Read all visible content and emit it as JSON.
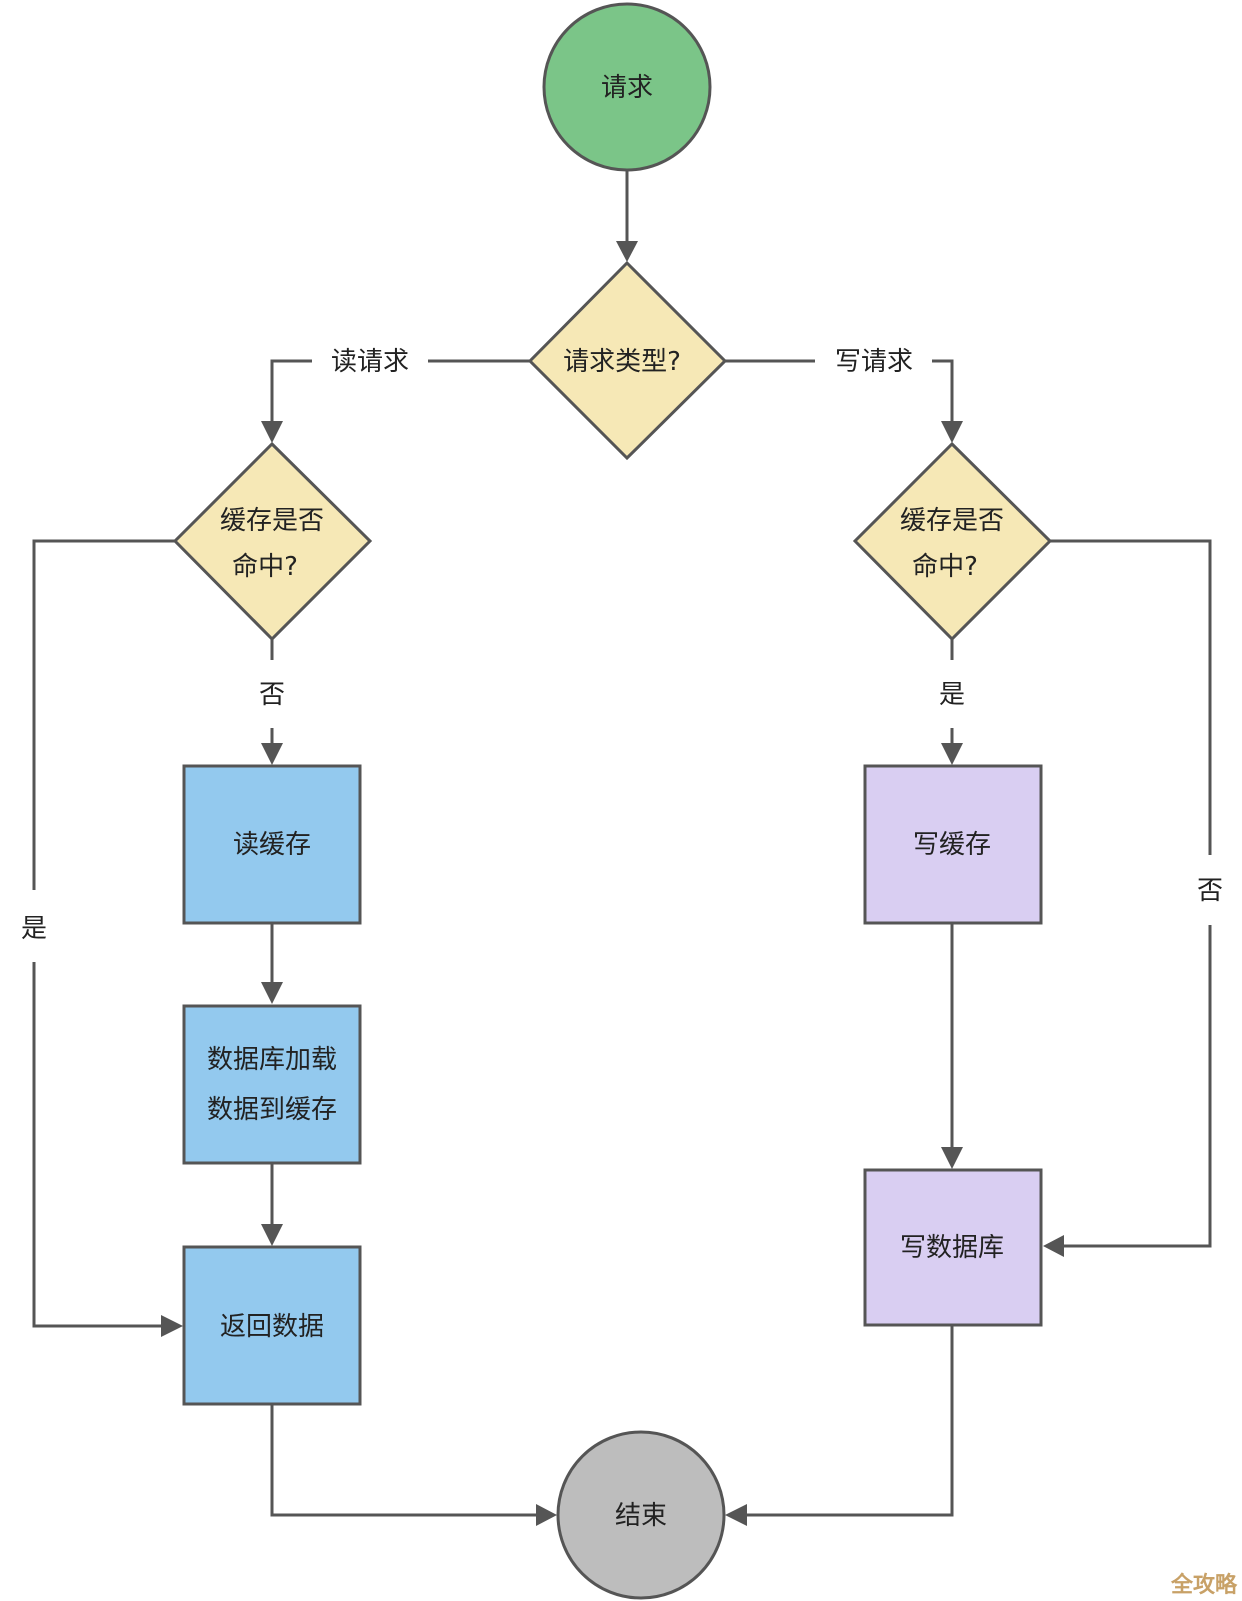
{
  "colors": {
    "start": "#7bc588",
    "decision": "#f6e8b6",
    "read_process": "#93c9ee",
    "write_process": "#d9cef2",
    "end": "#bdbdbd",
    "line": "#555555",
    "watermark": "#c8a167"
  },
  "nodes": {
    "start": "请求",
    "type_decision": "请求类型?",
    "read_hit_decision": [
      "缓存是否",
      "命中?"
    ],
    "write_hit_decision": [
      "缓存是否",
      "命中?"
    ],
    "read_cache": "读缓存",
    "load_db": [
      "数据库加载",
      "数据到缓存"
    ],
    "return_data": "返回数据",
    "write_cache": "写缓存",
    "write_db": "写数据库",
    "end": "结束"
  },
  "edges": {
    "read_request": "读请求",
    "write_request": "写请求",
    "read_no": "否",
    "read_yes": "是",
    "write_yes": "是",
    "write_no": "否"
  },
  "watermark": "全攻略"
}
